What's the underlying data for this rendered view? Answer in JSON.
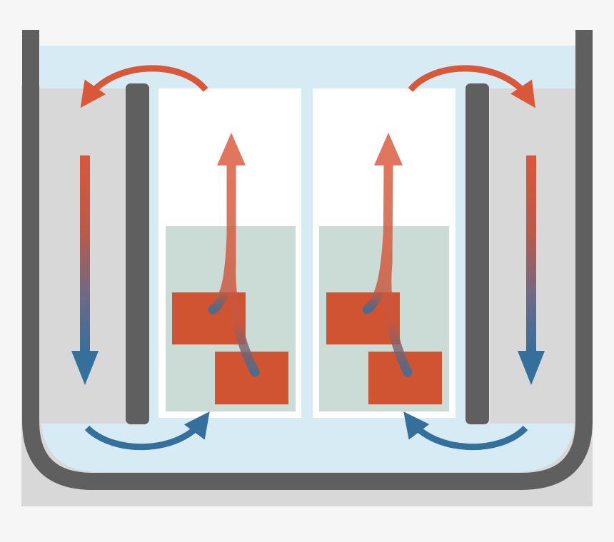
{
  "diagram": {
    "type": "convection-flow-schematic",
    "labels": [],
    "colors": {
      "page_background": "#f6f6f6",
      "base_band": "#d8d8d8",
      "vessel_wall": "#5f5f5f",
      "liquid": "#d7ebf4",
      "outer_channel": "#d8d8d8",
      "inner_chamber": "#ffffff",
      "submerged_zone": "#cbdcd6",
      "heat_block": "#d05432",
      "hot_flow": "#d9583a",
      "cold_flow": "#356f9c"
    },
    "icons": [
      "curved-arrow-hot",
      "curved-arrow-cold",
      "down-arrow-gradient",
      "up-arrow-hot",
      "rising-curve-hot"
    ]
  }
}
